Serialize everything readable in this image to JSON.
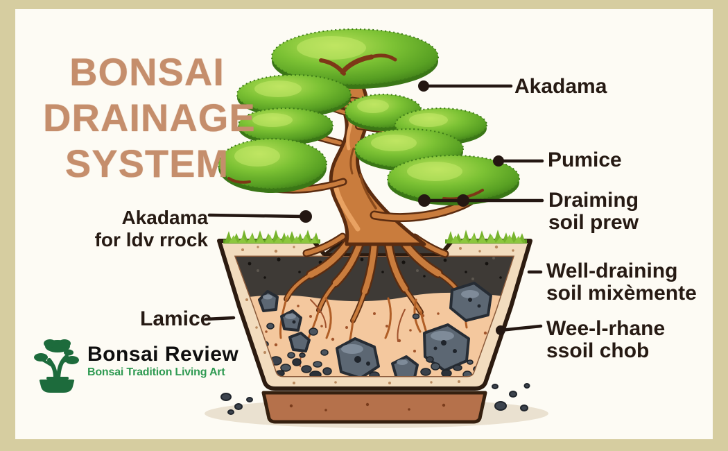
{
  "frame": {
    "border_color": "#d6cda0",
    "background_color": "#fdfbf4"
  },
  "title": {
    "lines": [
      "BONSAI",
      "DRAINAGE",
      "SYSTEM"
    ],
    "color": "#c58e6c"
  },
  "callouts": {
    "text_color": "#261a13",
    "leader_color": "#241712",
    "right": [
      {
        "id": "akadama-top",
        "lines": [
          "Akadama"
        ]
      },
      {
        "id": "pumice",
        "lines": [
          "Pumice"
        ]
      },
      {
        "id": "draining-soil",
        "lines": [
          "Draiming",
          "soil prew"
        ]
      },
      {
        "id": "well-draining-soil",
        "lines": [
          "Well-draining",
          "soil mixèmente"
        ]
      },
      {
        "id": "drainage-layer",
        "lines": [
          "Wee-l-rhane",
          "ssoil chob"
        ]
      }
    ],
    "left": [
      {
        "id": "akadama-rock",
        "lines": [
          "Akadama",
          "for ldv rrock"
        ]
      },
      {
        "id": "lamice",
        "lines": [
          "Lamice"
        ]
      }
    ]
  },
  "logo": {
    "name": "Bonsai Review",
    "tagline": "Bonsai Tradition Living Art",
    "name_color": "#0e0e0e",
    "tagline_color": "#2f9a52",
    "icon": "bonsai-logo-icon",
    "icon_color": "#1d6b3c"
  },
  "illustration": {
    "subject": "bonsai tree with cross-section drainage pot",
    "colors": {
      "foliage_light": "#b9e15a",
      "foliage_mid": "#7cc234",
      "foliage_dark": "#3f7d18",
      "trunk": "#c97c3d",
      "trunk_outline": "#5b2c10",
      "pot_wall": "#f2dcbe",
      "pot_outline": "#2c1b10",
      "pot_foot": "#b5714b",
      "dark_soil": "#3e3a36",
      "light_soil": "#f4c89e",
      "rock": "#5c6773",
      "gravel": "#3a414b",
      "grass": "#8cc63e",
      "ground_shadow": "#eae1d0"
    }
  }
}
